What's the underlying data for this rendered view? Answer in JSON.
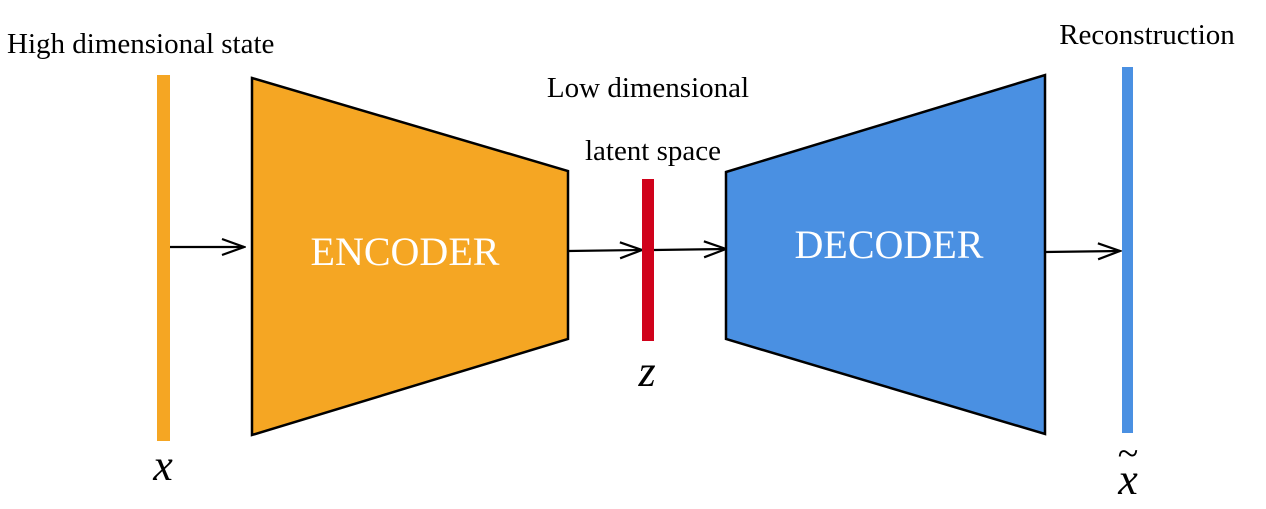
{
  "labels": {
    "input_title": "High dimensional state",
    "latent_title_line1": "Low dimensional",
    "latent_title_line2": "latent space",
    "output_title": "Reconstruction",
    "encoder": "ENCODER",
    "decoder": "DECODER",
    "input_var": "x",
    "latent_var": "z",
    "output_var": "x",
    "output_tilde": "~"
  },
  "colors": {
    "input_bar": "#F5A623",
    "encoder_fill": "#F5A623",
    "latent_bar": "#D0021B",
    "decoder_fill": "#4A90E2",
    "output_bar": "#4A90E2",
    "outline": "#000000",
    "block_text": "#FFFFFF"
  }
}
